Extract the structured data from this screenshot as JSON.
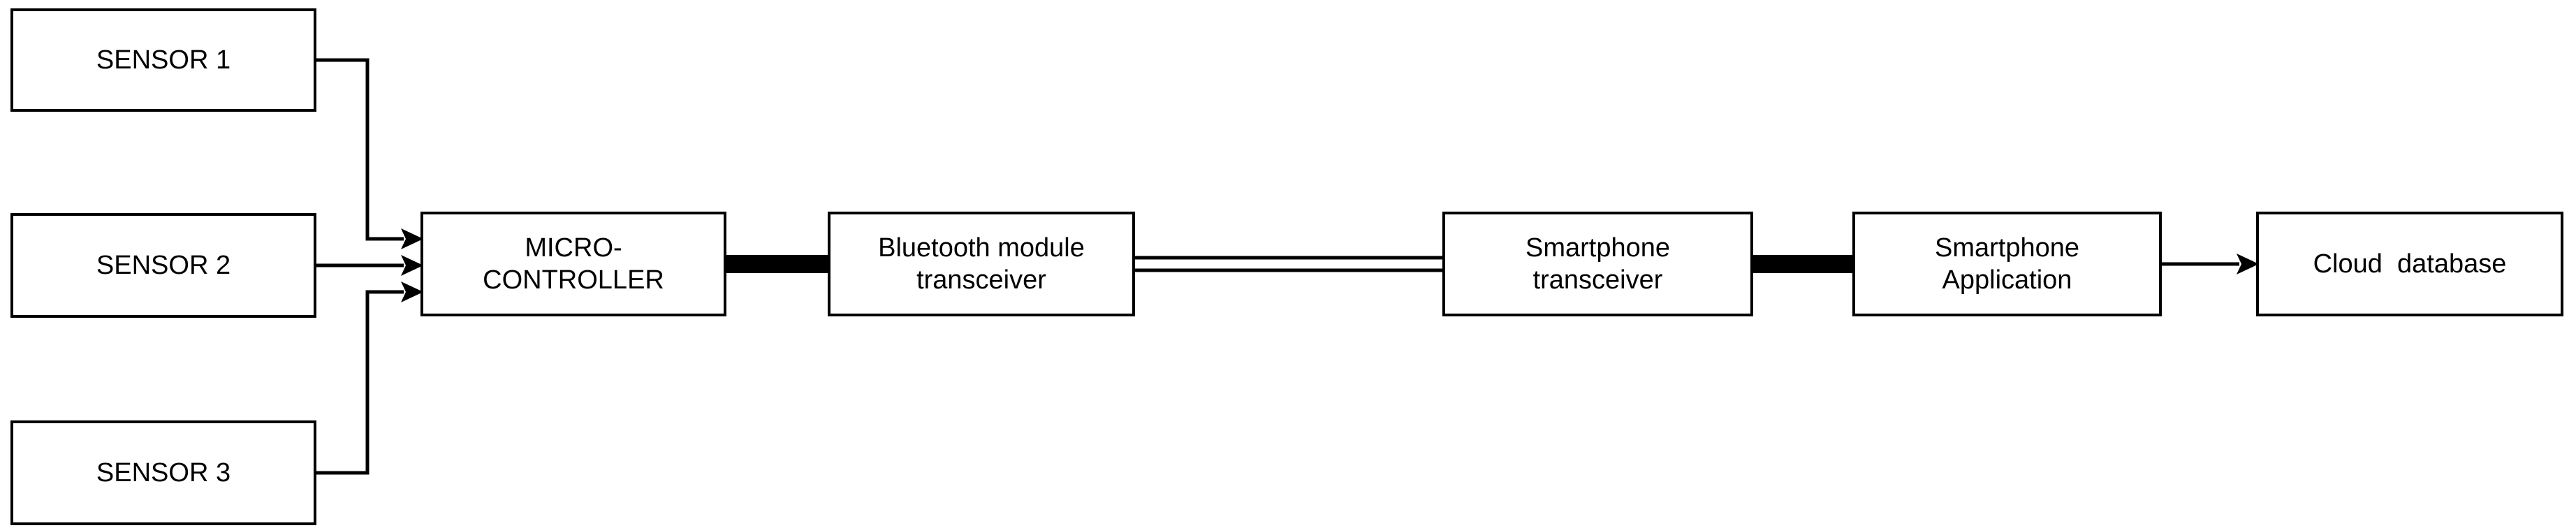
{
  "diagram": {
    "type": "block-diagram",
    "background": "#ffffff",
    "colors": {
      "box_fill": "#ffffff",
      "box_border": "#000000",
      "line": "#000000",
      "text": "#000000"
    },
    "nodes": {
      "sensor1": {
        "label": "SENSOR 1"
      },
      "sensor2": {
        "label": "SENSOR 2"
      },
      "sensor3": {
        "label": "SENSOR 3"
      },
      "microcontroller": {
        "label": "MICRO-\nCONTROLLER"
      },
      "bluetooth_module": {
        "label": "Bluetooth module\ntransceiver"
      },
      "smartphone_transceiver": {
        "label": "Smartphone\ntransceiver"
      },
      "smartphone_application": {
        "label": "Smartphone\nApplication"
      },
      "cloud_database": {
        "label": "Cloud  database"
      }
    },
    "edges": [
      {
        "from": "sensor1",
        "to": "microcontroller",
        "style": "thin-arrow-elbow"
      },
      {
        "from": "sensor2",
        "to": "microcontroller",
        "style": "thin-arrow-straight"
      },
      {
        "from": "sensor3",
        "to": "microcontroller",
        "style": "thin-arrow-elbow"
      },
      {
        "from": "microcontroller",
        "to": "bluetooth_module",
        "style": "thick-bar"
      },
      {
        "from": "bluetooth_module",
        "to": "smartphone_transceiver",
        "style": "double-line"
      },
      {
        "from": "smartphone_transceiver",
        "to": "smartphone_application",
        "style": "thick-bar"
      },
      {
        "from": "smartphone_application",
        "to": "cloud_database",
        "style": "thin-arrow-straight"
      }
    ]
  }
}
